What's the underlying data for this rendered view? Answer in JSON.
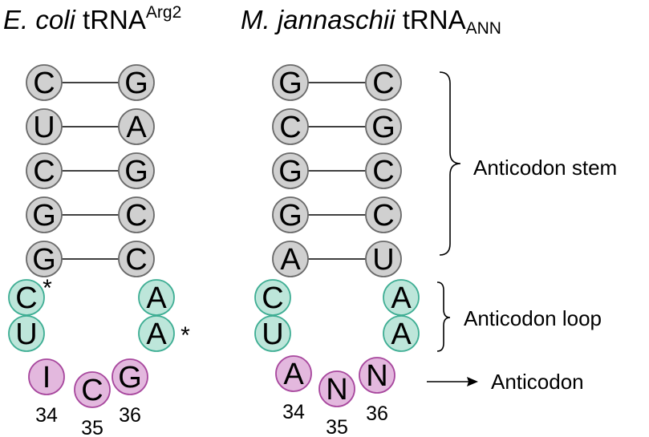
{
  "titles": {
    "left_prefix": "E. coli",
    "left_main": " tRNA",
    "left_sup": "Arg2",
    "right_prefix": "M. jannaschii",
    "right_main": " tRNA",
    "right_sub": "ANN"
  },
  "colors": {
    "stem_fill": "#d0d0d0",
    "stem_stroke": "#6a6a6a",
    "loop_fill": "#bde6da",
    "loop_stroke": "#3fae94",
    "anticodon_fill": "#e3b8de",
    "anticodon_stroke": "#a8489e"
  },
  "left": {
    "stem": [
      [
        "C",
        "G"
      ],
      [
        "U",
        "A"
      ],
      [
        "C",
        "G"
      ],
      [
        "G",
        "C"
      ],
      [
        "G",
        "C"
      ]
    ],
    "loop_left": [
      {
        "base": "C",
        "mark": "*"
      },
      {
        "base": "U",
        "mark": ""
      }
    ],
    "loop_right": [
      {
        "base": "A",
        "mark": ""
      },
      {
        "base": "A",
        "mark": "*"
      }
    ],
    "anticodon": [
      "I",
      "C",
      "G"
    ],
    "positions": [
      "34",
      "35",
      "36"
    ]
  },
  "right": {
    "stem": [
      [
        "G",
        "C"
      ],
      [
        "C",
        "G"
      ],
      [
        "G",
        "C"
      ],
      [
        "G",
        "C"
      ],
      [
        "A",
        "U"
      ]
    ],
    "loop_left": [
      {
        "base": "C",
        "mark": ""
      },
      {
        "base": "U",
        "mark": ""
      }
    ],
    "loop_right": [
      {
        "base": "A",
        "mark": ""
      },
      {
        "base": "A",
        "mark": ""
      }
    ],
    "anticodon": [
      "A",
      "N",
      "N"
    ],
    "positions": [
      "34",
      "35",
      "36"
    ]
  },
  "labels": {
    "stem": "Anticodon stem",
    "loop": "Anticodon loop",
    "anticodon": "Anticodon"
  }
}
